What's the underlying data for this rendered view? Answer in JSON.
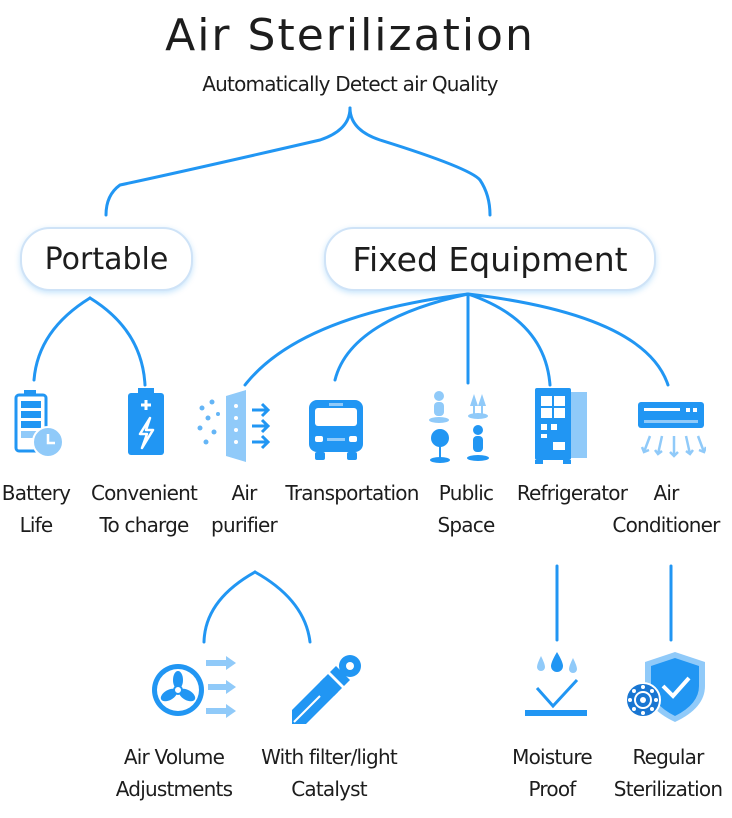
{
  "header": {
    "title": "Air Sterilization",
    "subtitle": "Automatically Detect air Quality"
  },
  "categories": {
    "portable": "Portable",
    "fixed": "Fixed Equipment"
  },
  "items": {
    "battery": [
      "Battery",
      "Life"
    ],
    "charge": [
      "Convenient",
      "To charge"
    ],
    "purifier": [
      "Air",
      "purifier"
    ],
    "transportation": [
      "Transportation",
      ""
    ],
    "public_space": [
      "Public",
      "Space"
    ],
    "refrigerator": [
      "Refrigerator",
      ""
    ],
    "air_conditioner": [
      "Air",
      "Conditioner"
    ],
    "air_volume": [
      "Air Volume",
      "Adjustments"
    ],
    "filter": [
      "With filter/light",
      "Catalyst"
    ],
    "moisture": [
      "Moisture",
      "Proof"
    ],
    "sterilization": [
      "Regular",
      "Sterilization"
    ]
  },
  "colors": {
    "accent": "#2196f3",
    "accent_light": "#90caf9",
    "accent_dark": "#1565c0"
  }
}
